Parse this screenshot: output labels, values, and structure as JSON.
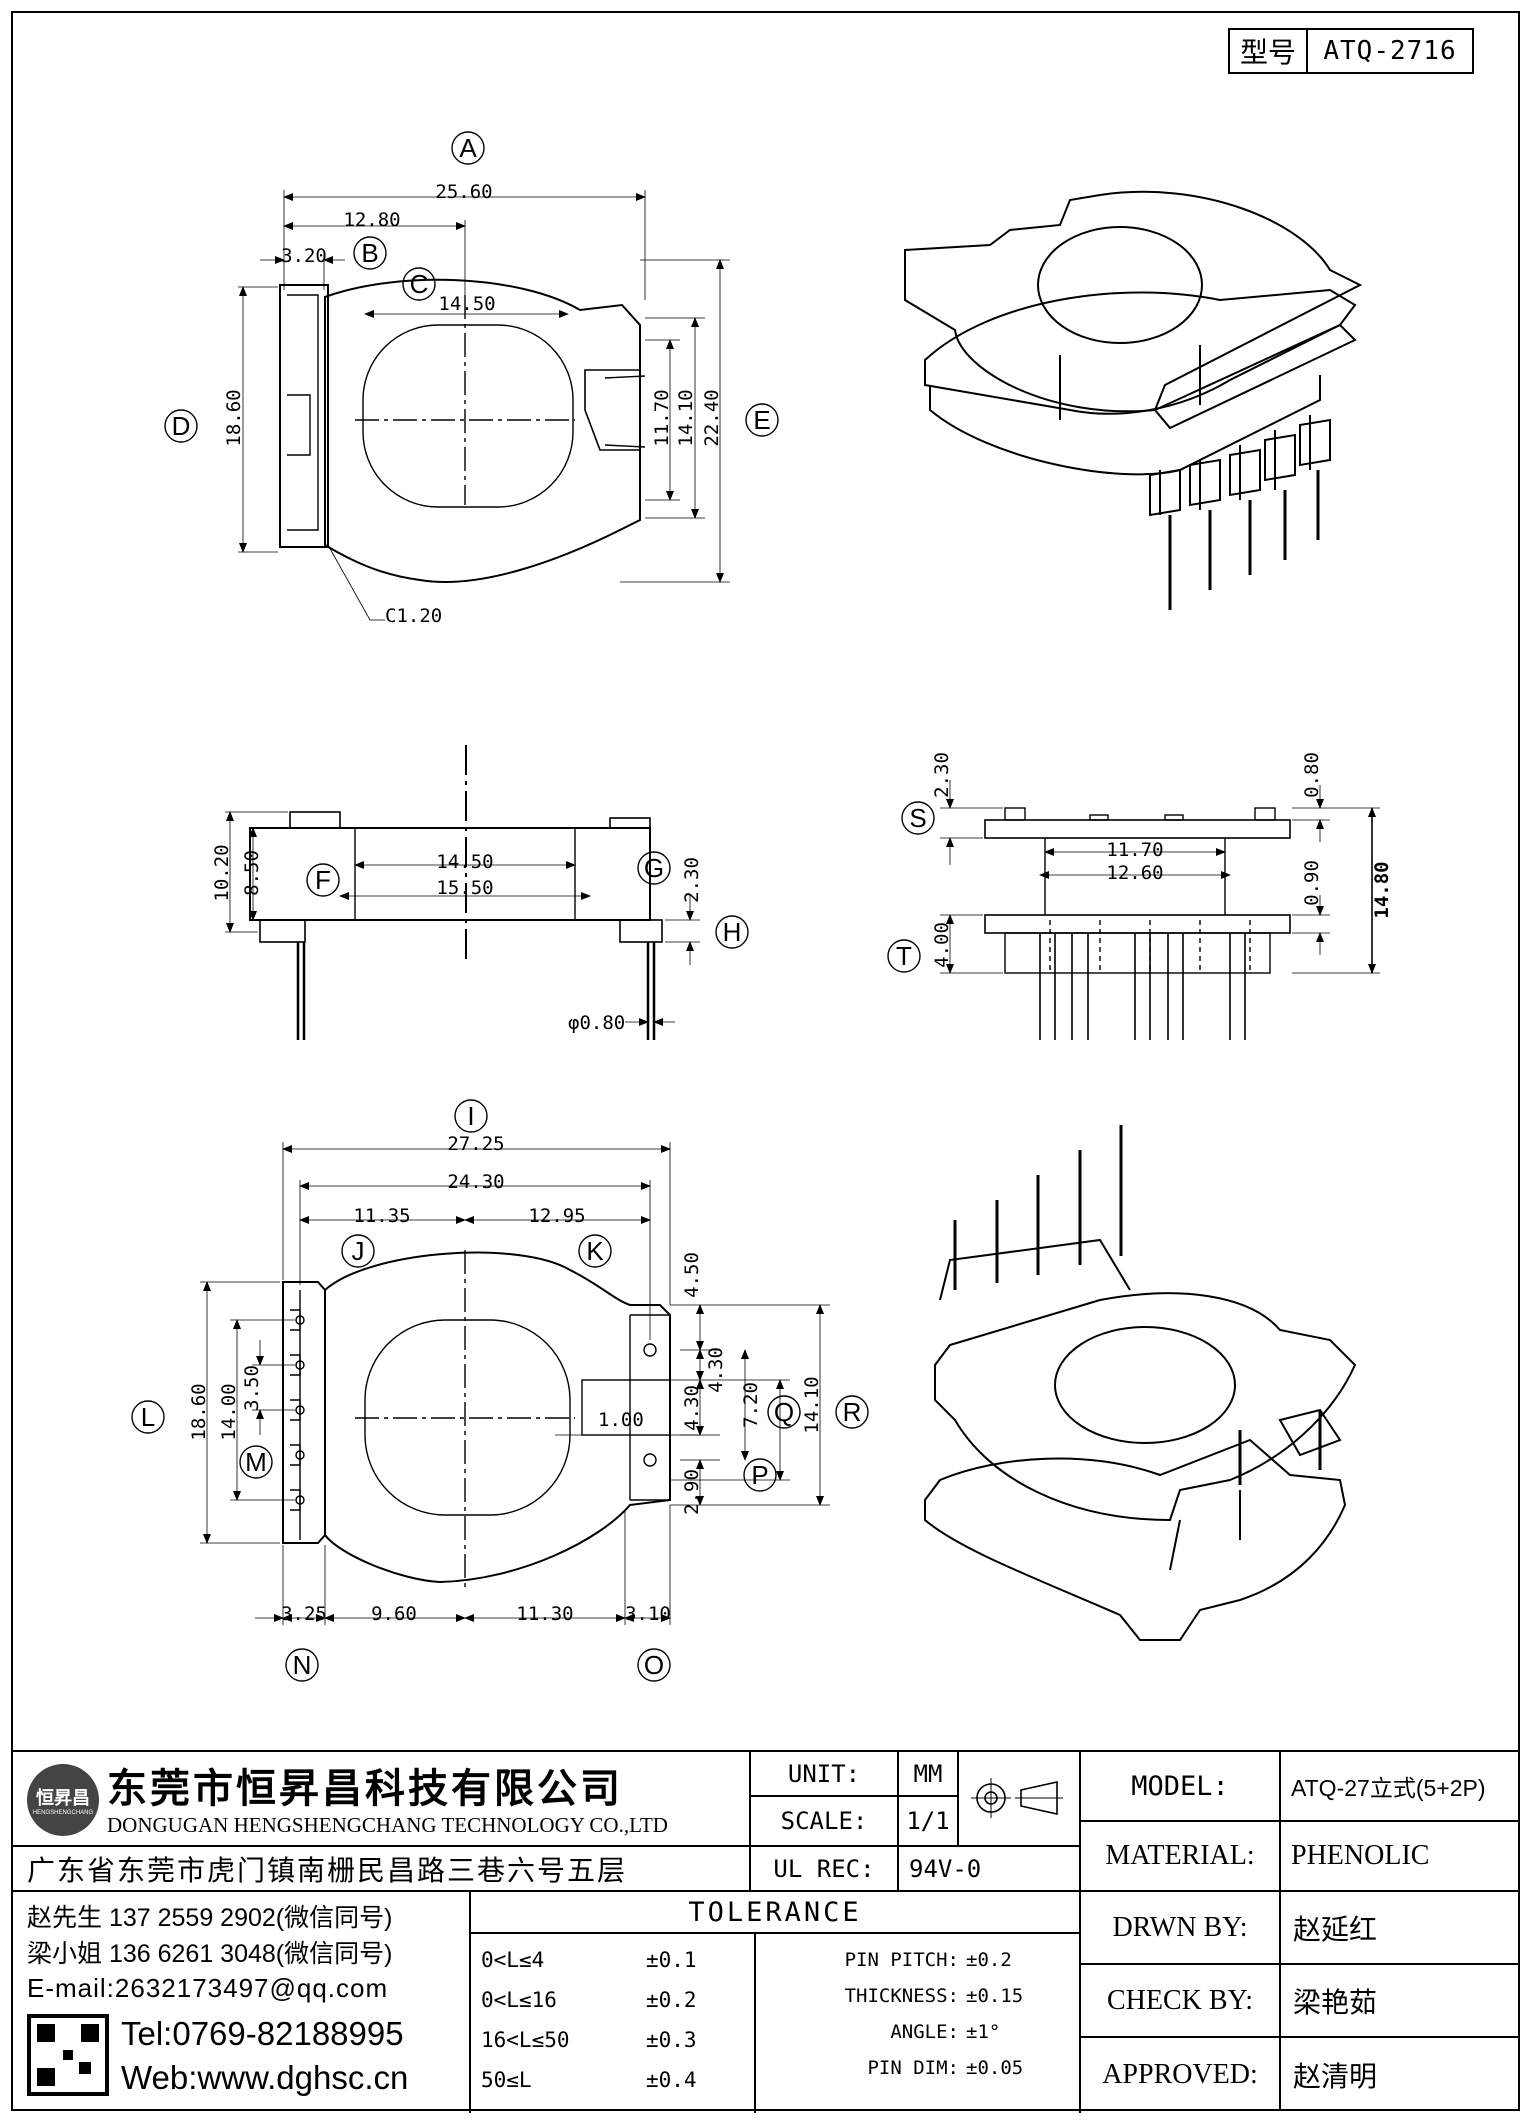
{
  "model_box": {
    "label": "型号",
    "value": "ATQ-2716"
  },
  "view_labels": [
    "A",
    "B",
    "C",
    "D",
    "E",
    "F",
    "G",
    "H",
    "S",
    "T",
    "I",
    "J",
    "K",
    "L",
    "M",
    "N",
    "O",
    "P",
    "Q",
    "R"
  ],
  "dims": {
    "top": {
      "a": "25.60",
      "b": "12.80",
      "c": "3.20",
      "d": "14.50",
      "e": "18.60",
      "f": "11.70",
      "g": "14.10",
      "h": "22.40",
      "chamfer": "C1.20"
    },
    "side1": {
      "a": "10.20",
      "b": "8.50",
      "c": "14.50",
      "d": "15.50",
      "e": "2.30",
      "pin": "φ0.80"
    },
    "side2": {
      "a": "2.30",
      "b": "0.80",
      "c": "11.70",
      "d": "12.60",
      "e": "0.90",
      "f": "4.00",
      "g": "14.80"
    },
    "bottom": {
      "a": "27.25",
      "b": "24.30",
      "c": "11.35",
      "d": "12.95",
      "e": "18.60",
      "f": "14.00",
      "g": "3.50",
      "h": "4.50",
      "i": "4.30",
      "j": "4.30",
      "k": "7.20",
      "l": "14.10",
      "m": "1.00",
      "n": "2.90",
      "o": "3.25",
      "p": "9.60",
      "q": "11.30",
      "r": "3.10"
    }
  },
  "company": {
    "logo_text": "恒昇昌",
    "logo_sub": "HENGSHENGCHANG",
    "name_cn": "东莞市恒昇昌科技有限公司",
    "name_en": "DONGUGAN HENGSHENGCHANG TECHNOLOGY CO.,LTD",
    "address": "广东省东莞市虎门镇南栅民昌路三巷六号五层"
  },
  "contacts": {
    "line1": "赵先生 137 2559 2902(微信同号)",
    "line2": "梁小姐 136 6261 3048(微信同号)",
    "email": "E-mail:2632173497@qq.com",
    "tel": "Tel:0769-82188995",
    "web": "Web:www.dghsc.cn"
  },
  "spec": {
    "unit_label": "UNIT:",
    "unit_value": "MM",
    "scale_label": "SCALE:",
    "scale_value": "1/1",
    "ulrec_label": "UL REC:",
    "ulrec_value": "94V-0"
  },
  "tolerance": {
    "title": "TOLERANCE",
    "rows": [
      {
        "range": "0<L≤4",
        "tol": "±0.1"
      },
      {
        "range": "0<L≤16",
        "tol": "±0.2"
      },
      {
        "range": "16<L≤50",
        "tol": "±0.3"
      },
      {
        "range": "50≤L",
        "tol": "±0.4"
      }
    ],
    "right": [
      {
        "label": "PIN PITCH:",
        "tol": "±0.2"
      },
      {
        "label": "THICKNESS:",
        "tol": "±0.15"
      },
      {
        "label": "ANGLE:",
        "tol": "±1°"
      },
      {
        "label": "PIN DIM:",
        "tol": "±0.05"
      }
    ]
  },
  "info": {
    "model_label": "MODEL:",
    "model_value": "ATQ-27立式(5+2P)",
    "material_label": "MATERIAL:",
    "material_value": "PHENOLIC",
    "drwn_label": "DRWN BY:",
    "drwn_value": "赵延红",
    "check_label": "CHECK BY:",
    "check_value": "梁艳茹",
    "approved_label": "APPROVED:",
    "approved_value": "赵清明"
  }
}
